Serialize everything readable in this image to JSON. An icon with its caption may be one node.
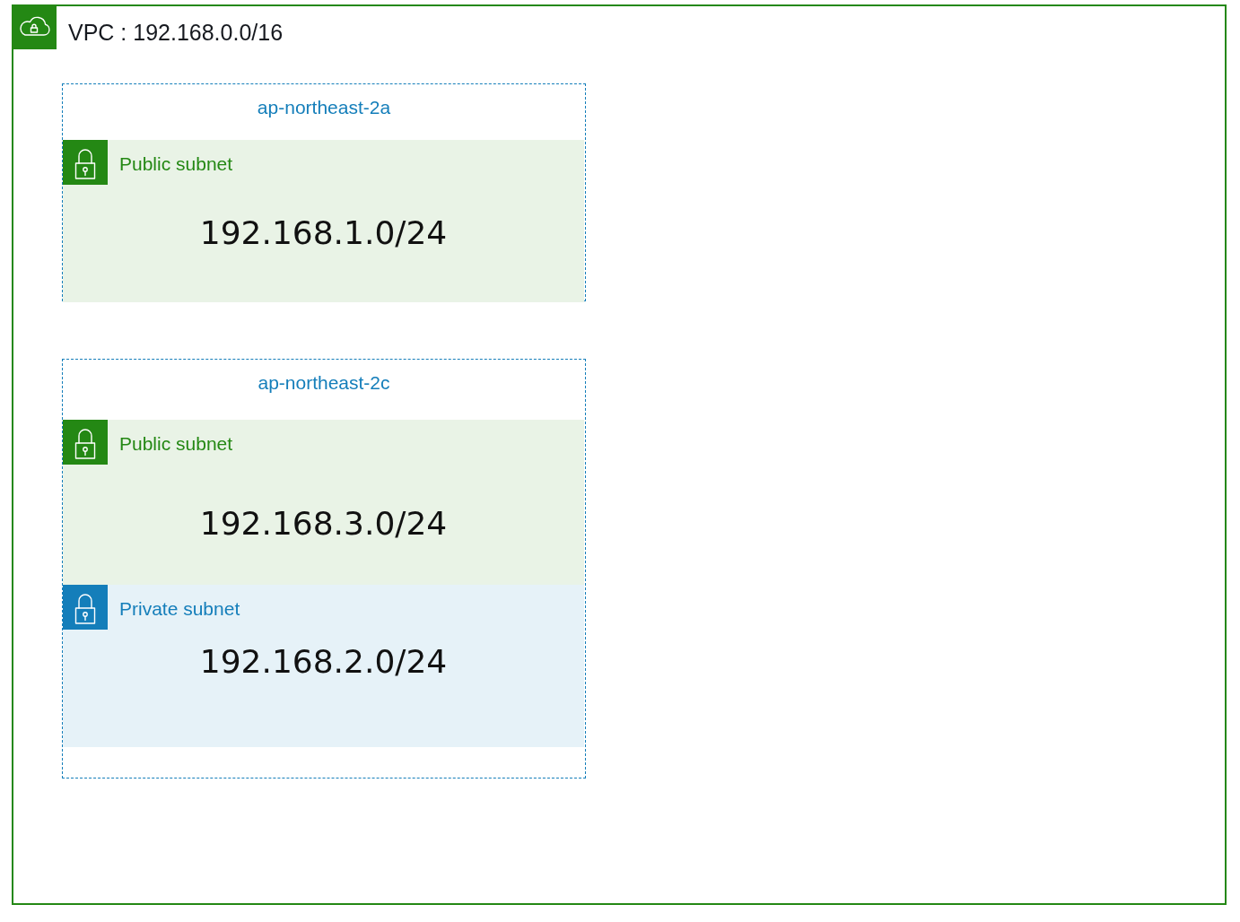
{
  "diagram": {
    "nodes": [
      {
        "text": [
          "VPC : 192.168.0.0/16"
        ]
      },
      {
        "text": [
          "ap-northeast-2a"
        ],
        "in": 0
      },
      {
        "text": [
          "Public subnet",
          "192.168.1.0/24"
        ],
        "in": 1
      },
      {
        "text": [
          "ap-northeast-2c"
        ],
        "in": 0
      },
      {
        "text": [
          "Public subnet",
          "192.168.3.0/24"
        ],
        "in": 3
      },
      {
        "text": [
          "Private subnet",
          "192.168.2.0/24"
        ],
        "in": 3
      }
    ]
  }
}
